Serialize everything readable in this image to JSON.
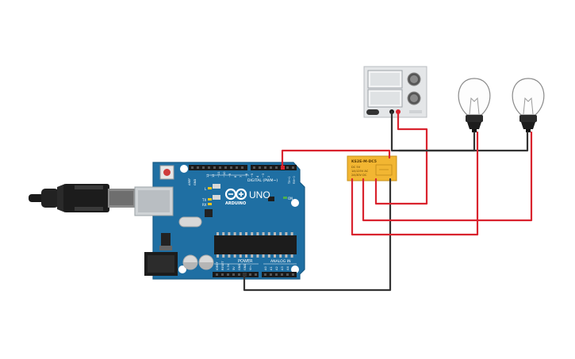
{
  "board": {
    "brand": "ARDUINO",
    "model": "UNO",
    "digital_label": "DIGITAL (PWM~)",
    "power_label": "POWER",
    "analog_label": "ANALOG IN",
    "tx_label": "TX",
    "rx_label": "RX",
    "l_label": "L",
    "on_label": "ON",
    "aref_label": "AREF",
    "gnd_label": "GND",
    "tx1_label": "TX→1",
    "rx0_label": "RX←0",
    "digital_pins": [
      "13",
      "12",
      "~11",
      "~10",
      "~9",
      "8",
      "7",
      "~6",
      "~5",
      "4",
      "~3",
      "2"
    ],
    "power_pins": [
      "IOREF",
      "RESET",
      "3.3V",
      "5V",
      "GND",
      "GND",
      "Vin"
    ],
    "analog_pins": [
      "A0",
      "A1",
      "A2",
      "A3",
      "A4",
      "A5"
    ]
  },
  "relay": {
    "part": "KS2E-M-DC5",
    "line1": "DC 5V",
    "line2": "1A/125V AC",
    "line3": "2A/30V DC"
  },
  "colors": {
    "board": "#1f6fa3",
    "relay": "#f2b632",
    "wire_red": "#d9232e",
    "wire_black": "#333333",
    "power_supply": "#e4e6e8"
  },
  "icons": {
    "usb": "usb-cable-icon",
    "bulb": "light-bulb-icon",
    "power_supply": "power-supply-icon"
  }
}
